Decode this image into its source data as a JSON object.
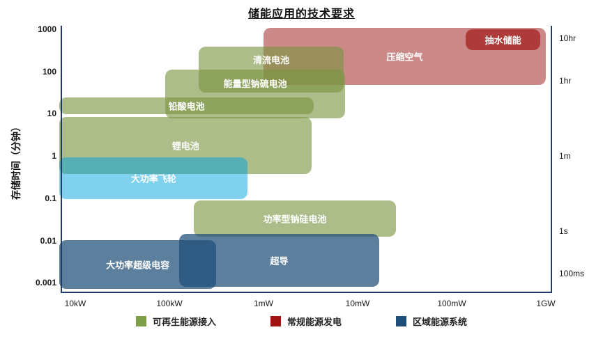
{
  "title": "储能应用的技术要求",
  "y_axis": {
    "label": "存储时间（分钟）",
    "ticks": [
      {
        "label": "1000",
        "minutes": 1000
      },
      {
        "label": "100",
        "minutes": 100
      },
      {
        "label": "10",
        "minutes": 10
      },
      {
        "label": "1",
        "minutes": 1
      },
      {
        "label": "0.1",
        "minutes": 0.1
      },
      {
        "label": "0.01",
        "minutes": 0.01
      },
      {
        "label": "0.001",
        "minutes": 0.001
      }
    ]
  },
  "y_axis_right": {
    "ticks": [
      {
        "label": "10hr",
        "minutes": 600
      },
      {
        "label": "1hr",
        "minutes": 60
      },
      {
        "label": "1m",
        "minutes": 1
      },
      {
        "label": "1s",
        "minutes": 0.01667
      },
      {
        "label": "100ms",
        "minutes": 0.001667
      }
    ]
  },
  "x_axis": {
    "ticks": [
      {
        "label": "10kW",
        "kw": 10
      },
      {
        "label": "100kW",
        "kw": 100
      },
      {
        "label": "1mW",
        "kw": 1000
      },
      {
        "label": "10mW",
        "kw": 10000
      },
      {
        "label": "100mW",
        "kw": 100000
      },
      {
        "label": "1GW",
        "kw": 1000000
      }
    ]
  },
  "legend": [
    {
      "label": "可再生能源接入",
      "color": "#7f9e49"
    },
    {
      "label": "常规能源发电",
      "color": "#a01414"
    },
    {
      "label": "区域能源系统",
      "color": "#1f4e79"
    }
  ],
  "colors": {
    "renewable_fill": "rgba(122,148,64,0.62)",
    "conventional_fill": "rgba(163,40,40,0.55)",
    "conventional_dark_fill": "rgba(168,45,45,0.85)",
    "regional_fill": "rgba(31,78,121,0.72)",
    "flywheel_fill": "rgba(0,164,222,0.5)",
    "axis_line": "#1f3a66"
  },
  "chart_data": {
    "type": "area",
    "subtype": "labeled-power-vs-time-ranges",
    "title": "储能应用的技术要求",
    "ylabel": "存储时间（分钟）",
    "x_scale": "log",
    "y_scale": "log",
    "x_tick_labels": [
      "10kW",
      "100kW",
      "1mW",
      "10mW",
      "100mW",
      "1GW"
    ],
    "y_tick_labels": [
      "1000",
      "100",
      "10",
      "1",
      "0.1",
      "0.01",
      "0.001"
    ],
    "y_right_tick_labels": [
      "10hr",
      "1hr",
      "1m",
      "1s",
      "100ms"
    ],
    "legend_entries": [
      "可再生能源接入",
      "常规能源发电",
      "区域能源系统"
    ],
    "boxes": [
      {
        "id": "compressed-air",
        "label": "压缩空气",
        "category": "常规能源发电",
        "color": "rgba(163,40,40,0.55)",
        "power_kw": [
          1000,
          1000000
        ],
        "time_min": [
          50,
          1100
        ],
        "label_pos": "center"
      },
      {
        "id": "flow-battery",
        "label": "清流电池",
        "category": "可再生能源接入",
        "color": "rgba(122,148,64,0.62)",
        "power_kw": [
          205,
          7100
        ],
        "time_min": [
          33,
          400
        ],
        "label_pos": "upper"
      },
      {
        "id": "energy-nas-battery",
        "label": "能量型钠硫电池",
        "category": "可再生能源接入",
        "color": "rgba(122,148,64,0.62)",
        "power_kw": [
          90,
          7400
        ],
        "time_min": [
          8,
          115
        ],
        "label_pos": "upper"
      },
      {
        "id": "lead-acid-battery",
        "label": "铅酸电池",
        "category": "可再生能源接入",
        "color": "rgba(122,148,64,0.62)",
        "power_kw": [
          6.8,
          3400
        ],
        "time_min": [
          10,
          25
        ],
        "label_pos": "center"
      },
      {
        "id": "lithium-battery",
        "label": "锂电池",
        "category": "可再生能源接入",
        "color": "rgba(122,148,64,0.62)",
        "power_kw": [
          6.8,
          3250
        ],
        "time_min": [
          0.39,
          8.8
        ],
        "label_pos": "center"
      },
      {
        "id": "pumped-hydro",
        "label": "抽水储能",
        "category": "常规能源发电",
        "color": "rgba(168,45,45,0.85)",
        "power_kw": [
          140000,
          880000
        ],
        "time_min": [
          330,
          1040
        ],
        "label_pos": "center"
      },
      {
        "id": "flywheel",
        "label": "大功率飞轮",
        "category": "",
        "color": "rgba(0,164,222,0.5)",
        "power_kw": [
          6.8,
          680
        ],
        "time_min": [
          0.1,
          0.97
        ],
        "label_pos": "center"
      },
      {
        "id": "power-na-battery",
        "label": "功率型钠硅电池",
        "category": "可再生能源接入",
        "color": "rgba(122,148,64,0.62)",
        "power_kw": [
          182,
          25500
        ],
        "time_min": [
          0.0128,
          0.092
        ],
        "label_pos": "center"
      },
      {
        "id": "superconducting",
        "label": "超导",
        "category": "区域能源系统",
        "color": "rgba(31,78,121,0.72)",
        "power_kw": [
          127,
          17000
        ],
        "time_min": [
          0.00083,
          0.0149
        ],
        "label_pos": "center"
      },
      {
        "id": "supercapacitor",
        "label": "大功率超级电容",
        "category": "区域能源系统",
        "color": "rgba(31,78,121,0.72)",
        "power_kw": [
          6.8,
          313
        ],
        "time_min": [
          0.00074,
          0.0106
        ],
        "label_pos": "center"
      }
    ]
  }
}
